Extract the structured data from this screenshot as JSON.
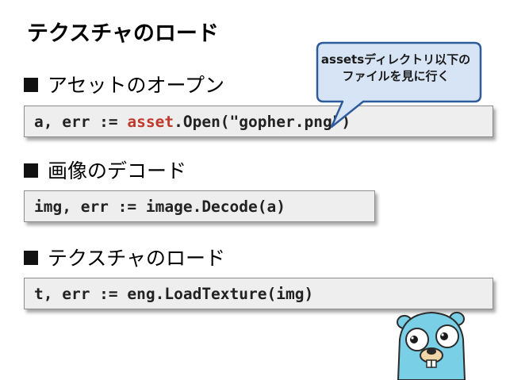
{
  "slide": {
    "title": "テクスチャのロード",
    "sections": [
      {
        "heading": "アセットのオープン",
        "code_pre": "a, err := ",
        "code_highlight": "asset",
        "code_post": ".Open(\"gopher.png\")"
      },
      {
        "heading": "画像のデコード",
        "code": "img, err := image.Decode(a)"
      },
      {
        "heading": "テクスチャのロード",
        "code": "t, err := eng.LoadTexture(img)"
      }
    ],
    "callout": {
      "line1": "assetsディレクトリ以下の",
      "line2": "ファイルを見に行く"
    }
  },
  "colors": {
    "highlight": "#c0392b",
    "callout_fill": "#d6e4f5",
    "callout_border": "#2e5c9a",
    "gopher_body": "#79cfe6"
  }
}
